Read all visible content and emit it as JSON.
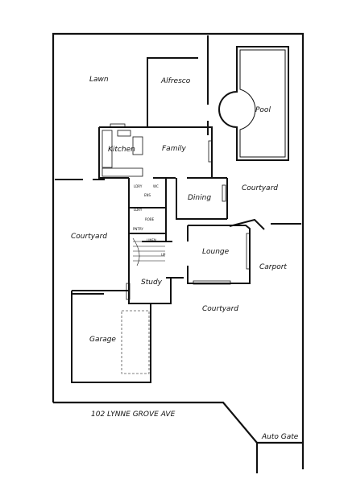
{
  "rooms": {
    "lawn": "Lawn",
    "alfresco": "Alfresco",
    "pool": "Pool",
    "kitchen": "Kitchen",
    "family": "Family",
    "dining": "Dining",
    "courtyard_east": "Courtyard",
    "courtyard_west": "Courtyard",
    "lounge": "Lounge",
    "carport": "Carport",
    "study": "Study",
    "courtyard_front": "Courtyard",
    "garage": "Garage"
  },
  "street_address": "102 LYNNE GROVE AVE",
  "auto_gate": "Auto Gate",
  "fixtures": {
    "ldry": "LDRY",
    "ens": "ENS",
    "wc": "WC",
    "robe": "ROBE",
    "ldry2": "LDRY",
    "pntry": "PNTRY",
    "linen": "LINEN",
    "up": "UP"
  }
}
